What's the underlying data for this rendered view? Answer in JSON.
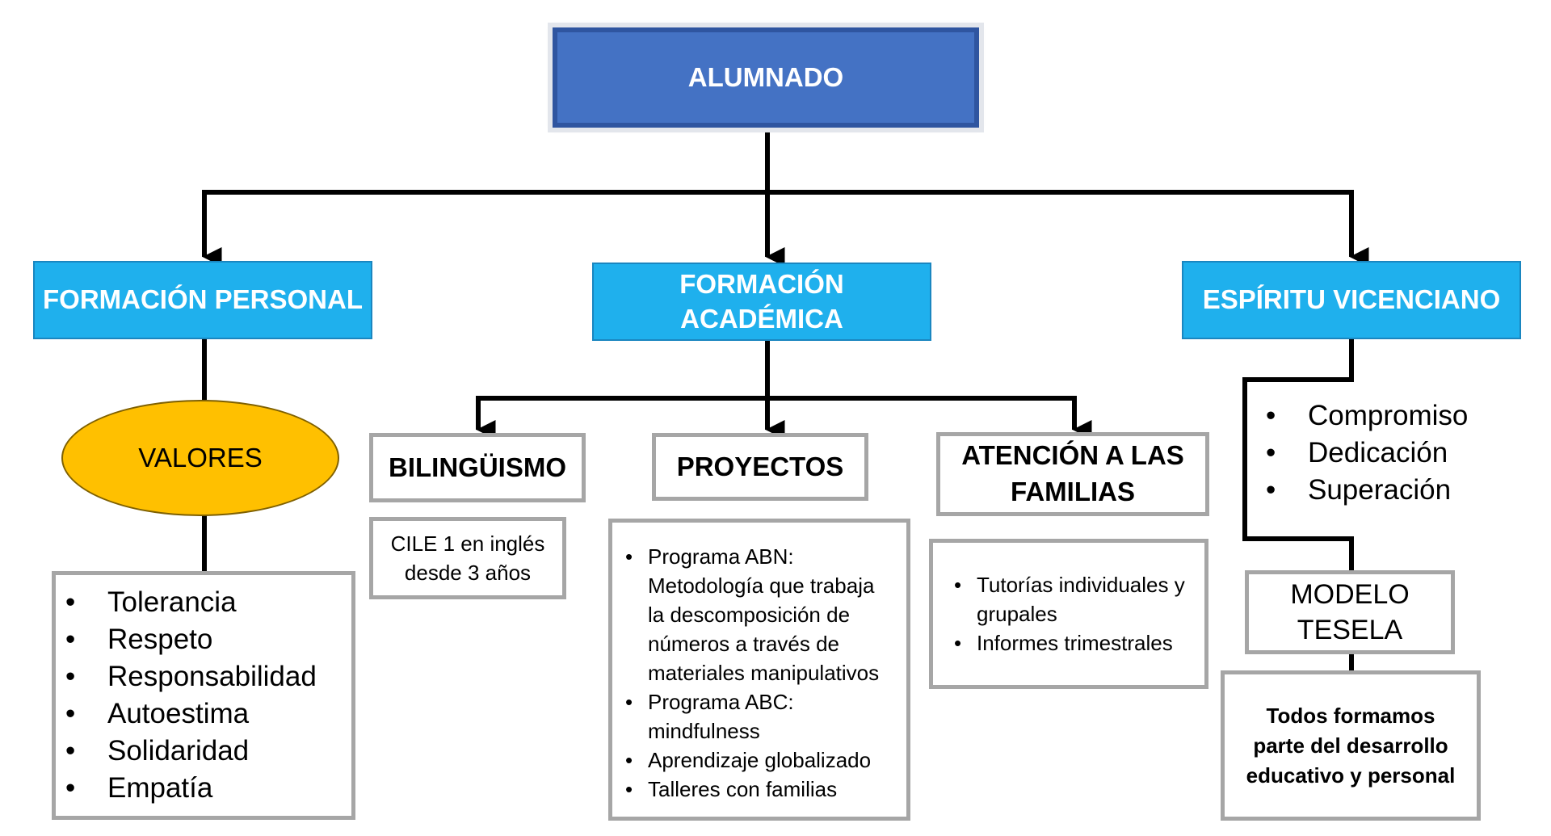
{
  "root": "ALUMNADO",
  "branches": {
    "personal": {
      "title": "FORMACIÓN PERSONAL",
      "oval": "VALORES",
      "items": [
        "Tolerancia",
        "Respeto",
        "Responsabilidad",
        "Autoestima",
        "Solidaridad",
        "Empatía"
      ]
    },
    "academica": {
      "title": "FORMACIÓN ACADÉMICA",
      "title_line1": "FORMACIÓN",
      "title_line2": "ACADÉMICA",
      "bilinguismo": {
        "title": "BILINGÜISMO",
        "line1": "CILE 1 en inglés",
        "line2": "desde 3 años"
      },
      "proyectos": {
        "title": "PROYECTOS",
        "items": [
          "Programa ABN: Metodología que trabaja la descomposición de números a través de materiales manipulativos",
          "Programa ABC: mindfulness",
          "Aprendizaje globalizado",
          "Talleres con familias"
        ]
      },
      "familias": {
        "title_line1": "ATENCIÓN A LAS",
        "title_line2": "FAMILIAS",
        "items": [
          "Tutorías individuales y grupales",
          "Informes trimestrales"
        ]
      }
    },
    "vicenciano": {
      "title": "ESPÍRITU VICENCIANO",
      "items": [
        "Compromiso",
        "Dedicación",
        "Superación"
      ],
      "modelo_line1": "MODELO",
      "modelo_line2": "TESELA",
      "lema_line1": "Todos formamos",
      "lema_line2": "parte del desarrollo",
      "lema_line3": "educativo y personal"
    }
  },
  "colors": {
    "root": "#4472c4",
    "branch": "#1fb0ed",
    "oval": "#ffc000",
    "box_border": "#a6a6a6",
    "connector": "#000000"
  }
}
